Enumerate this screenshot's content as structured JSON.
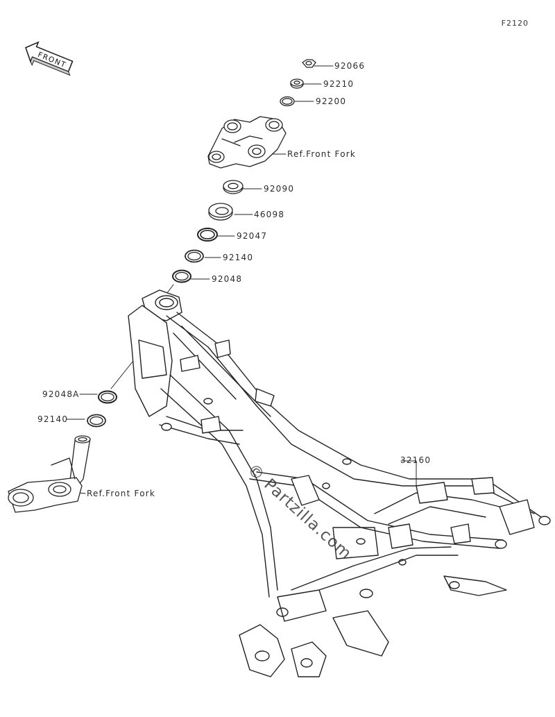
{
  "diagram_code": "F2120",
  "front_badge": "FRONT",
  "watermark": "© Partzilla.com",
  "callouts": [
    {
      "id": "nut_92066",
      "label": "92066"
    },
    {
      "id": "washer_92210",
      "label": "92210"
    },
    {
      "id": "oring_92200",
      "label": "92200"
    },
    {
      "id": "ref_front_fork_upper",
      "label": "Ref.Front Fork"
    },
    {
      "id": "nut_92090",
      "label": "92090"
    },
    {
      "id": "seal_46098",
      "label": "46098"
    },
    {
      "id": "race_92047",
      "label": "92047"
    },
    {
      "id": "bearing_92140_upper",
      "label": "92140"
    },
    {
      "id": "race_92048",
      "label": "92048"
    },
    {
      "id": "race_92048A",
      "label": "92048A"
    },
    {
      "id": "bearing_92140_lower",
      "label": "92140"
    },
    {
      "id": "frame_32160",
      "label": "32160"
    },
    {
      "id": "ref_front_fork_lower",
      "label": "Ref.Front Fork"
    }
  ]
}
